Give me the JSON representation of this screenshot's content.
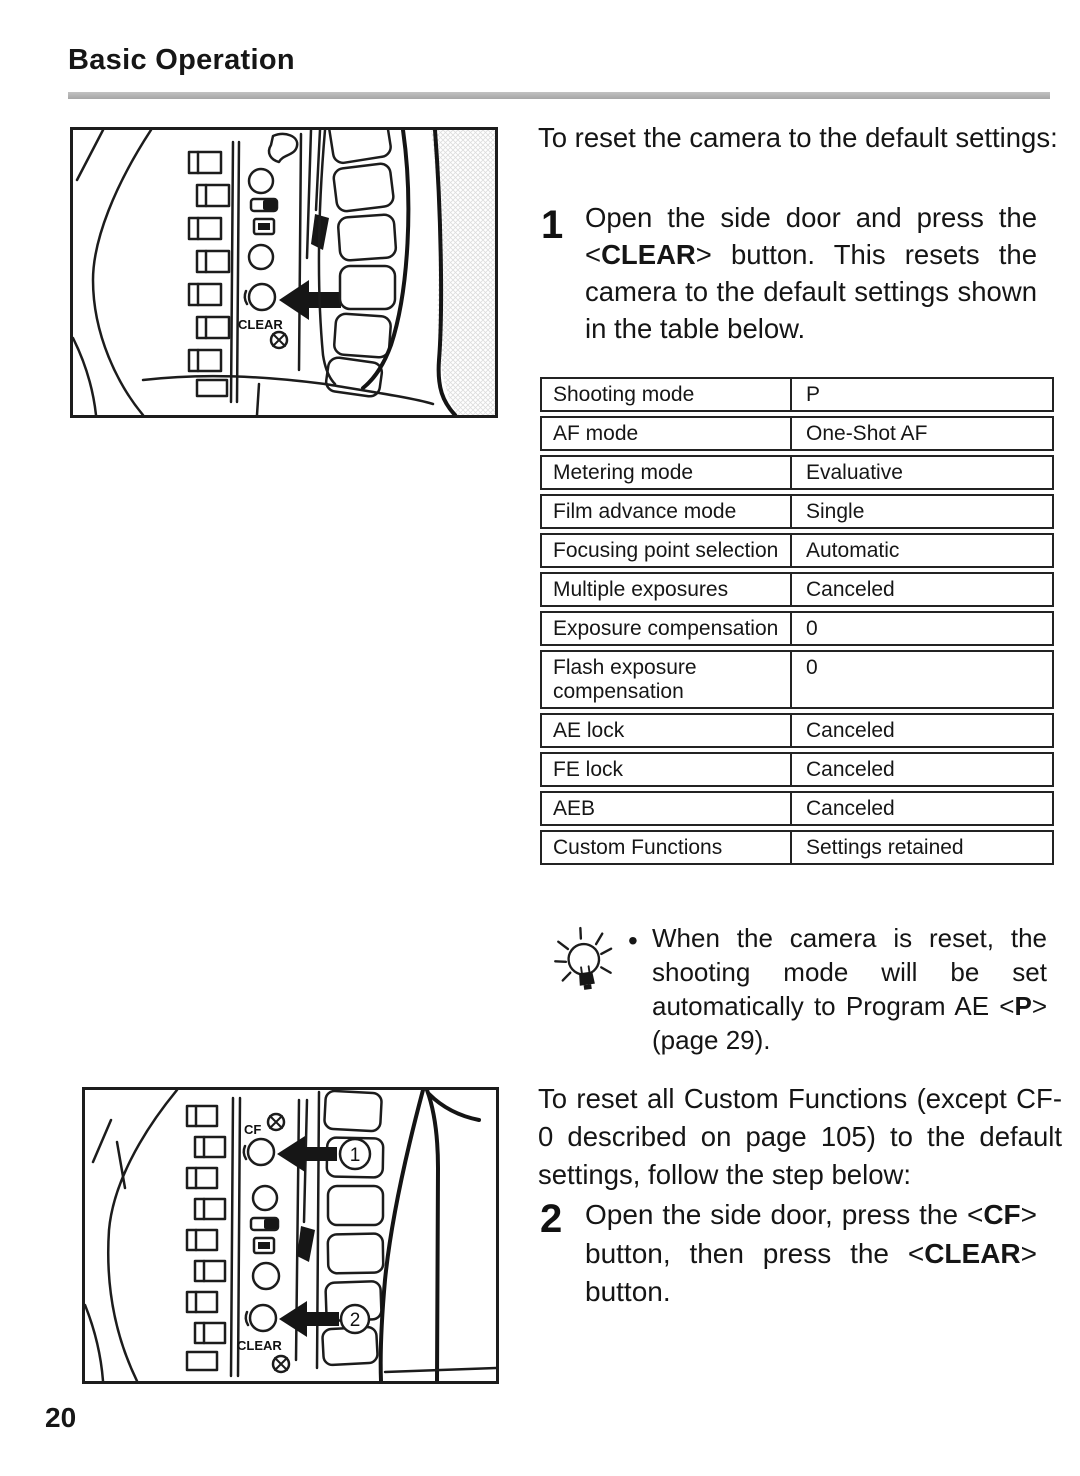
{
  "header": {
    "title": "Basic Operation"
  },
  "sections": {
    "intro1": "To reset the camera to the default settings:",
    "step1": {
      "number": "1",
      "segments": [
        {
          "t": "Open the side door and press the "
        },
        {
          "t": "<"
        },
        {
          "t": "CLEAR",
          "b": true
        },
        {
          "t": ">"
        },
        {
          "t": " button. This resets the camera to the default settings shown in the table below."
        }
      ]
    },
    "note": {
      "bullet": "•",
      "segments": [
        {
          "t": "When the camera is reset, the shooting mode will be set automatically to Program AE "
        },
        {
          "t": "<"
        },
        {
          "t": "P",
          "b": true
        },
        {
          "t": ">"
        },
        {
          "t": " (page 29)."
        }
      ]
    },
    "intro2": "To reset all Custom Functions (except CF-0 described on page 105) to the default settings, follow the step below:",
    "step2": {
      "number": "2",
      "segments": [
        {
          "t": "Open the side door, press the "
        },
        {
          "t": "<"
        },
        {
          "t": "CF",
          "b": true
        },
        {
          "t": ">"
        },
        {
          "t": " button, then press the "
        },
        {
          "t": "<"
        },
        {
          "t": "CLEAR",
          "b": true
        },
        {
          "t": ">"
        },
        {
          "t": " button."
        }
      ]
    }
  },
  "table": {
    "rows": [
      {
        "label": "Shooting mode",
        "value": "P"
      },
      {
        "label": "AF mode",
        "value": "One-Shot AF"
      },
      {
        "label": "Metering mode",
        "value": "Evaluative"
      },
      {
        "label": "Film advance mode",
        "value": "Single"
      },
      {
        "label": "Focusing point selection",
        "value": "Automatic"
      },
      {
        "label": "Multiple exposures",
        "value": "Canceled"
      },
      {
        "label": "Exposure compensation",
        "value": "0"
      },
      {
        "label": "Flash exposure compensation",
        "value": "0"
      },
      {
        "label": "AE lock",
        "value": "Canceled"
      },
      {
        "label": "FE lock",
        "value": "Canceled"
      },
      {
        "label": "AEB",
        "value": "Canceled"
      },
      {
        "label": "Custom Functions",
        "value": "Settings retained"
      }
    ]
  },
  "figures": {
    "fig1": {
      "clear_label": "CLEAR"
    },
    "fig2": {
      "cf_label": "CF",
      "clear_label": "CLEAR",
      "callout1": "1",
      "callout2": "2"
    }
  },
  "footer": {
    "page_number": "20"
  },
  "colors": {
    "ink": "#161616",
    "rule_gray": "#b0b0b0",
    "table_border": "#232323"
  }
}
